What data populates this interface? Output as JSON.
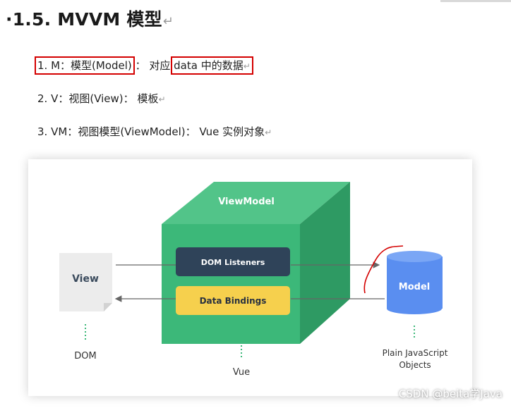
{
  "heading": {
    "bullet": "·",
    "text": "1.5. MVVM 模型",
    "return_mark": "↵"
  },
  "list": [
    {
      "num": "1. M",
      "label": "模型(Model)",
      "mid": "： 对应",
      "highlight": "data 中的数据",
      "tail": ""
    },
    {
      "num": "2. V",
      "label": "视图(View)",
      "mid": "： 模板",
      "highlight": "",
      "tail": ""
    },
    {
      "num": "3. VM",
      "label": "视图模型(ViewModel)",
      "mid": "：  Vue 实例对象",
      "highlight": "",
      "tail": ""
    }
  ],
  "list_sep": "：",
  "diagram": {
    "viewmodel_label": "ViewModel",
    "dom_listeners_label": "DOM Listeners",
    "data_bindings_label": "Data Bindings",
    "view_label": "View",
    "dom_label": "DOM",
    "vue_label": "Vue",
    "model_label": "Model",
    "plain_js_line1": "Plain JavaScript",
    "plain_js_line2": "Objects",
    "colors": {
      "cube_front": "#3cb879",
      "cube_top": "#52c489",
      "cube_side": "#2e9a63",
      "listeners": "#2f4359",
      "bindings": "#f6d04d",
      "model": "#5a8ef0",
      "view_page": "#ececec"
    }
  },
  "watermark": "CSDN @beita学Java"
}
